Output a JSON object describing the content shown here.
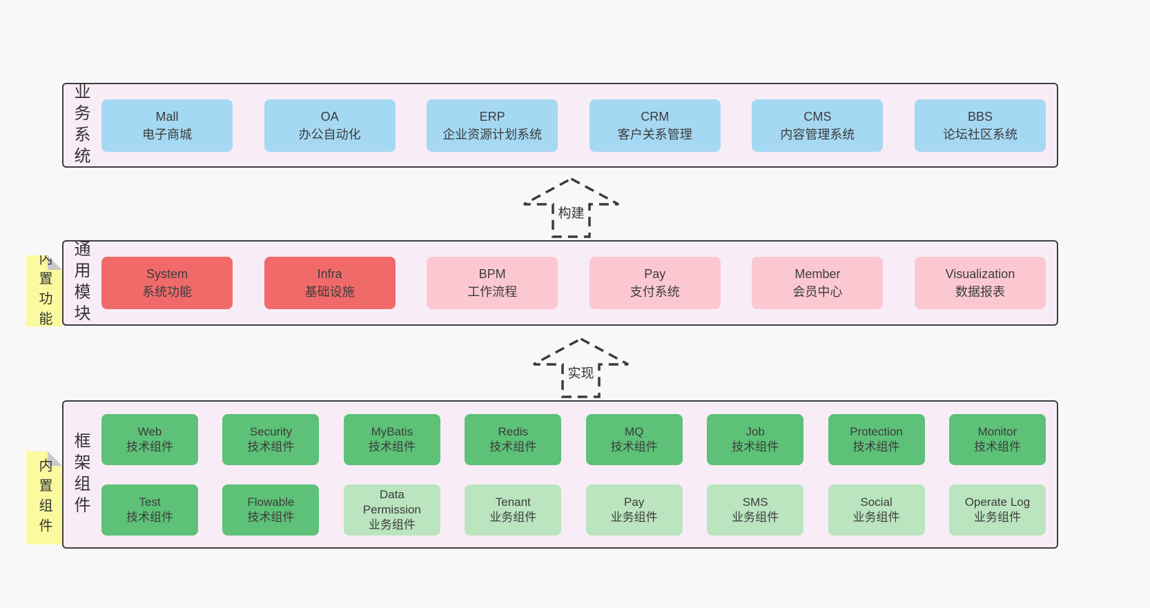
{
  "palette": {
    "page_bg": "#f8f8f8",
    "panel_bg": "#f8edf6",
    "panel_border": "#3d3d3d",
    "blue": "#a5d8f3",
    "red": "#f16a6a",
    "pink": "#fbc8d1",
    "green": "#5dc178",
    "lightgreen": "#bae5bf",
    "sticky_yellow": "#fbfa9e",
    "sticky_fold": "#c9c9c9",
    "text": "#3a3a3a"
  },
  "arrows": [
    {
      "label": "构建"
    },
    {
      "label": "实现"
    }
  ],
  "stickies": [
    {
      "text": "内置功能"
    },
    {
      "text": "内置组件"
    }
  ],
  "panels": [
    {
      "side_label": "业务系统",
      "rows": [
        [
          {
            "title": "Mall",
            "subtitle": "电子商城",
            "color": "blue"
          },
          {
            "title": "OA",
            "subtitle": "办公自动化",
            "color": "blue"
          },
          {
            "title": "ERP",
            "subtitle": "企业资源计划系统",
            "color": "blue"
          },
          {
            "title": "CRM",
            "subtitle": "客户关系管理",
            "color": "blue"
          },
          {
            "title": "CMS",
            "subtitle": "内容管理系统",
            "color": "blue"
          },
          {
            "title": "BBS",
            "subtitle": "论坛社区系统",
            "color": "blue"
          }
        ]
      ]
    },
    {
      "side_label": "通用模块",
      "rows": [
        [
          {
            "title": "System",
            "subtitle": "系统功能",
            "color": "red"
          },
          {
            "title": "Infra",
            "subtitle": "基础设施",
            "color": "red"
          },
          {
            "title": "BPM",
            "subtitle": "工作流程",
            "color": "pink"
          },
          {
            "title": "Pay",
            "subtitle": "支付系统",
            "color": "pink"
          },
          {
            "title": "Member",
            "subtitle": "会员中心",
            "color": "pink"
          },
          {
            "title": "Visualization",
            "subtitle": "数据报表",
            "color": "pink"
          }
        ]
      ]
    },
    {
      "side_label": "框架组件",
      "rows": [
        [
          {
            "title": "Web",
            "subtitle": "技术组件",
            "color": "green"
          },
          {
            "title": "Security",
            "subtitle": "技术组件",
            "color": "green"
          },
          {
            "title": "MyBatis",
            "subtitle": "技术组件",
            "color": "green"
          },
          {
            "title": "Redis",
            "subtitle": "技术组件",
            "color": "green"
          },
          {
            "title": "MQ",
            "subtitle": "技术组件",
            "color": "green"
          },
          {
            "title": "Job",
            "subtitle": "技术组件",
            "color": "green"
          },
          {
            "title": "Protection",
            "subtitle": "技术组件",
            "color": "green"
          },
          {
            "title": "Monitor",
            "subtitle": "技术组件",
            "color": "green"
          }
        ],
        [
          {
            "title": "Test",
            "subtitle": "技术组件",
            "color": "green"
          },
          {
            "title": "Flowable",
            "subtitle": "技术组件",
            "color": "green"
          },
          {
            "title": "Data Permission",
            "subtitle": "业务组件",
            "color": "lightgreen"
          },
          {
            "title": "Tenant",
            "subtitle": "业务组件",
            "color": "lightgreen"
          },
          {
            "title": "Pay",
            "subtitle": "业务组件",
            "color": "lightgreen"
          },
          {
            "title": "SMS",
            "subtitle": "业务组件",
            "color": "lightgreen"
          },
          {
            "title": "Social",
            "subtitle": "业务组件",
            "color": "lightgreen"
          },
          {
            "title": "Operate Log",
            "subtitle": "业务组件",
            "color": "lightgreen"
          }
        ]
      ]
    }
  ]
}
